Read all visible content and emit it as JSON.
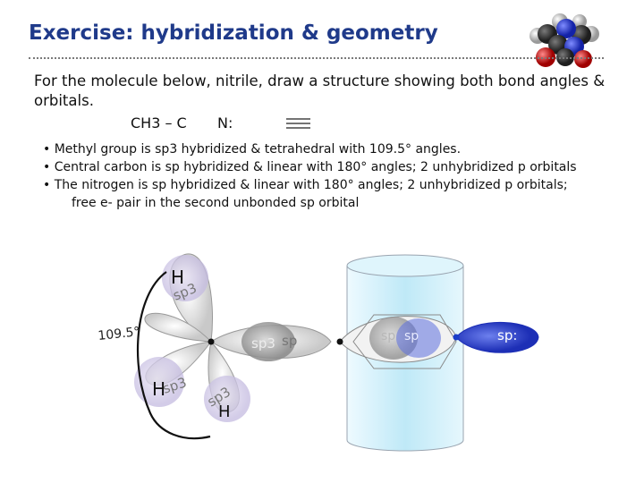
{
  "slide": {
    "title": "Exercise: hybridization & geometry",
    "intro": "For the molecule below, nitrile, draw a structure showing both bond angles & orbitals.",
    "formula": {
      "left": "CH3 – C",
      "right": "N:"
    },
    "bullets": [
      "• Methyl group is sp3 hybridized & tetrahedral with 109.5° angles.",
      "• Central carbon is sp hybridized & linear with 180° angles; 2 unhybridized p orbitals",
      "• The nitrogen is sp hybridized & linear with 180° angles; 2 unhybridized p orbitals;",
      "free e- pair in the second unbonded sp orbital"
    ]
  },
  "diagram": {
    "angle_label": "109.5°",
    "h_label": "H",
    "sp3_label": "sp3",
    "sp_label": "sp",
    "lone_pair_label": "sp:"
  },
  "colors": {
    "title": "#1f3a8a",
    "h_lobe": "#d7d0ea",
    "p_orbital": "#c7ecf7",
    "carbon_dot": "#111111",
    "nitrogen_dot": "#1a3dc9",
    "lone_pair_lobe": "#3b52d0"
  },
  "icons": [
    "molecule-model-icon"
  ]
}
